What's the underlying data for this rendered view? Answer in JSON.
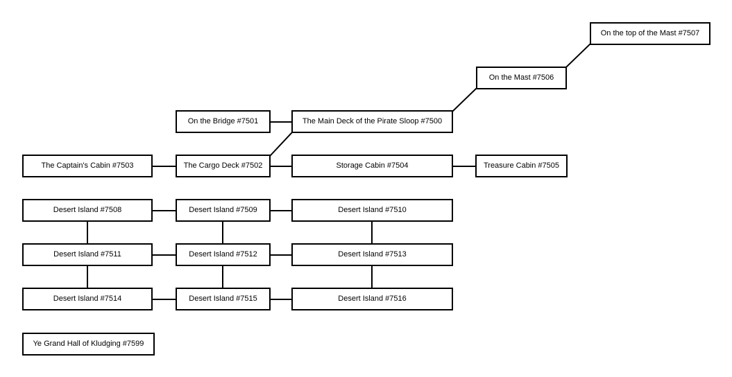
{
  "canvas": {
    "background_color": "#ffffff",
    "room_border_color": "#000000",
    "room_fill_color": "#ffffff",
    "text_color": "#000000",
    "line_color": "#000000"
  },
  "rooms": [
    {
      "id": "7500",
      "label": "The Main Deck of the Pirate Sloop #7500"
    },
    {
      "id": "7501",
      "label": "On the Bridge #7501"
    },
    {
      "id": "7502",
      "label": "The Cargo Deck #7502"
    },
    {
      "id": "7503",
      "label": "The Captain's Cabin #7503"
    },
    {
      "id": "7504",
      "label": "Storage Cabin #7504"
    },
    {
      "id": "7505",
      "label": "Treasure Cabin #7505"
    },
    {
      "id": "7506",
      "label": "On the Mast #7506"
    },
    {
      "id": "7507",
      "label": "On the top of the Mast #7507"
    },
    {
      "id": "7508",
      "label": "Desert Island #7508"
    },
    {
      "id": "7509",
      "label": "Desert Island #7509"
    },
    {
      "id": "7510",
      "label": "Desert Island #7510"
    },
    {
      "id": "7511",
      "label": "Desert Island #7511"
    },
    {
      "id": "7512",
      "label": "Desert Island #7512"
    },
    {
      "id": "7513",
      "label": "Desert Island #7513"
    },
    {
      "id": "7514",
      "label": "Desert Island #7514"
    },
    {
      "id": "7515",
      "label": "Desert Island #7515"
    },
    {
      "id": "7516",
      "label": "Desert Island #7516"
    },
    {
      "id": "7599",
      "label": "Ye Grand Hall of Kludging #7599"
    }
  ],
  "connections": [
    {
      "from": "7501",
      "to": "7500",
      "style": "horizontal"
    },
    {
      "from": "7503",
      "to": "7502",
      "style": "horizontal"
    },
    {
      "from": "7502",
      "to": "7504",
      "style": "horizontal"
    },
    {
      "from": "7504",
      "to": "7505",
      "style": "horizontal"
    },
    {
      "from": "7502",
      "to": "7500",
      "style": "diagonal"
    },
    {
      "from": "7500",
      "to": "7506",
      "style": "diagonal"
    },
    {
      "from": "7506",
      "to": "7507",
      "style": "diagonal"
    },
    {
      "from": "7508",
      "to": "7509",
      "style": "horizontal"
    },
    {
      "from": "7509",
      "to": "7510",
      "style": "horizontal"
    },
    {
      "from": "7511",
      "to": "7512",
      "style": "horizontal"
    },
    {
      "from": "7512",
      "to": "7513",
      "style": "horizontal"
    },
    {
      "from": "7514",
      "to": "7515",
      "style": "horizontal"
    },
    {
      "from": "7515",
      "to": "7516",
      "style": "horizontal"
    },
    {
      "from": "7508",
      "to": "7511",
      "style": "vertical"
    },
    {
      "from": "7509",
      "to": "7512",
      "style": "vertical"
    },
    {
      "from": "7510",
      "to": "7513",
      "style": "vertical"
    },
    {
      "from": "7511",
      "to": "7514",
      "style": "vertical"
    },
    {
      "from": "7512",
      "to": "7515",
      "style": "vertical"
    },
    {
      "from": "7513",
      "to": "7516",
      "style": "vertical"
    }
  ]
}
